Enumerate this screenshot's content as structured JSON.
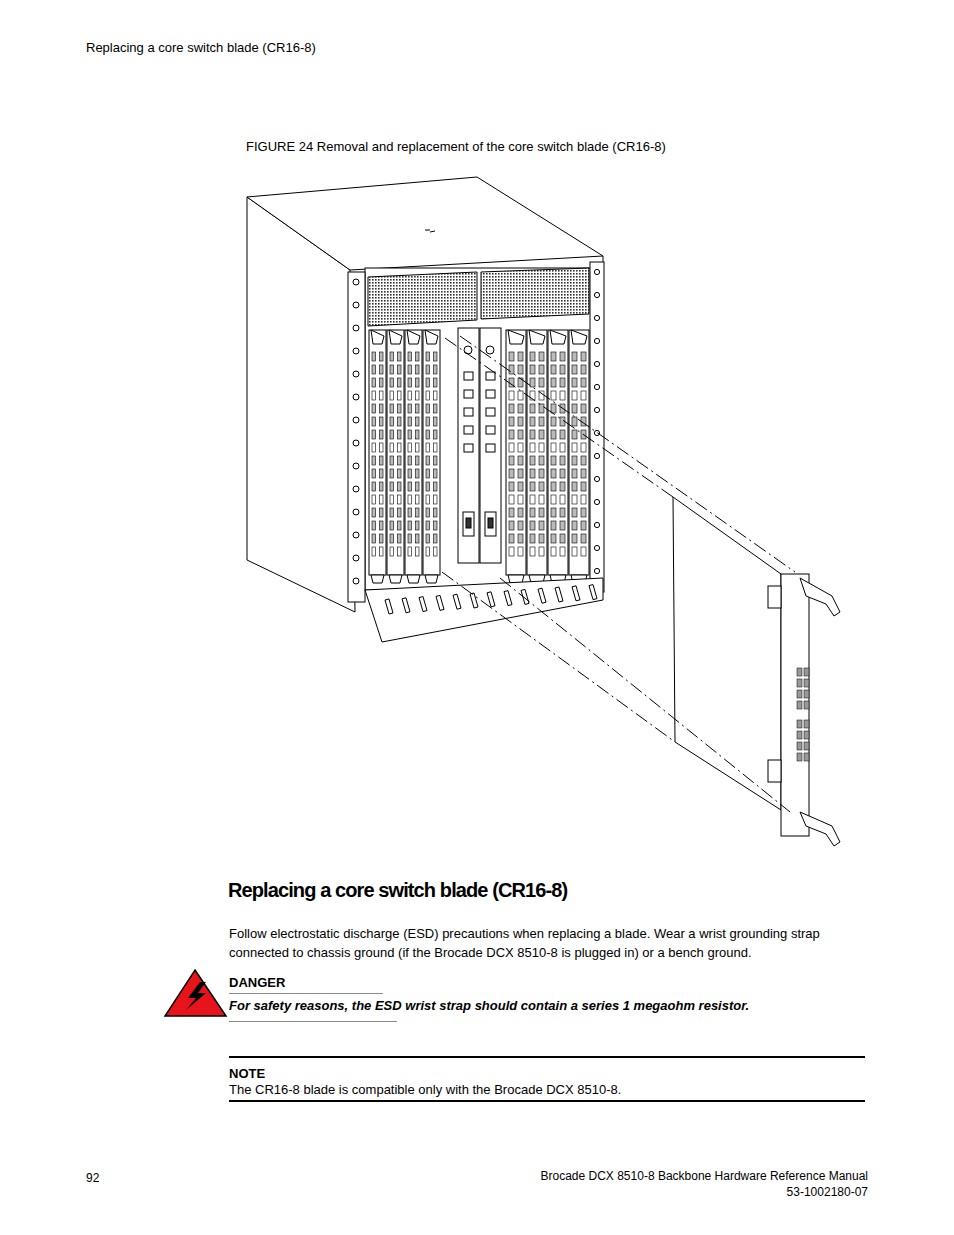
{
  "diagram": {
    "title": "Replacing a core switch blade (CR16-8)",
    "caption": "FIGURE 24 Removal and replacement of the core switch blade (CR16-8)",
    "nodes": [
      {
        "text": [
          "DANGER",
          "For safety reasons, the ESD wrist strap should contain a series 1 megaohm resistor."
        ]
      },
      {
        "text": [
          "NOTE",
          "The CR16-8 blade is compatible only with the Brocade DCX 8510-8."
        ]
      }
    ],
    "labels": [
      "Replacing a core switch blade (CR16-8)",
      "Follow electrostatic discharge (ESD) precautions when replacing a blade. Wear a wrist grounding strap connected to chassis ground (if the Brocade DCX 8510-8 is plugged in) or a bench ground.",
      "92",
      "Brocade DCX 8510-8 Backbone Hardware Reference Manual",
      "53-1002180-07"
    ]
  }
}
